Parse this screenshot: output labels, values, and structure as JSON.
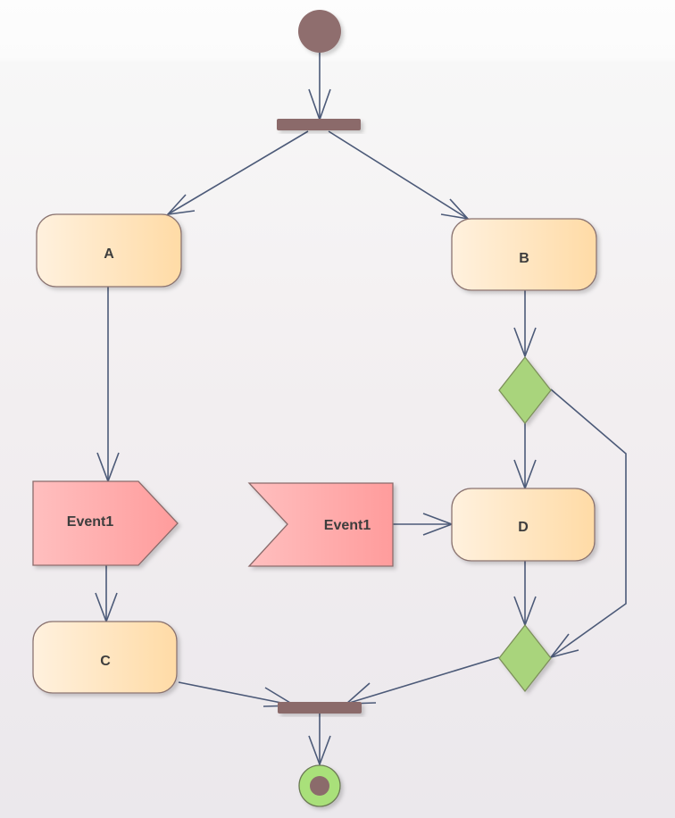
{
  "diagram": {
    "type": "UML activity diagram",
    "colors": {
      "node_fill_start": "#fff0db",
      "node_fill_end": "#ffdca8",
      "node_border": "#8a7370",
      "event_fill_start": "#ffc4c4",
      "event_fill_end": "#ff9e9e",
      "decision_fill": "#a9d47c",
      "bar_fill": "#8b6b6b",
      "edge_color": "#4c5a78",
      "final_ring": "#a9e07a"
    },
    "nodes": {
      "initial": {
        "label": ""
      },
      "fork": {
        "label": ""
      },
      "A": {
        "label": "A"
      },
      "B": {
        "label": "B"
      },
      "C": {
        "label": "C"
      },
      "D": {
        "label": "D"
      },
      "send_event": {
        "label": "Event1"
      },
      "accept_event": {
        "label": "Event1"
      },
      "decision": {
        "label": ""
      },
      "merge": {
        "label": ""
      },
      "join": {
        "label": ""
      },
      "final": {
        "label": ""
      }
    },
    "edges": [
      {
        "from": "initial",
        "to": "fork"
      },
      {
        "from": "fork",
        "to": "A"
      },
      {
        "from": "fork",
        "to": "B"
      },
      {
        "from": "A",
        "to": "send_event"
      },
      {
        "from": "send_event",
        "to": "C"
      },
      {
        "from": "B",
        "to": "decision"
      },
      {
        "from": "decision",
        "to": "D"
      },
      {
        "from": "decision",
        "to": "merge"
      },
      {
        "from": "accept_event",
        "to": "D"
      },
      {
        "from": "D",
        "to": "merge"
      },
      {
        "from": "C",
        "to": "join"
      },
      {
        "from": "merge",
        "to": "join"
      },
      {
        "from": "join",
        "to": "final"
      }
    ]
  }
}
